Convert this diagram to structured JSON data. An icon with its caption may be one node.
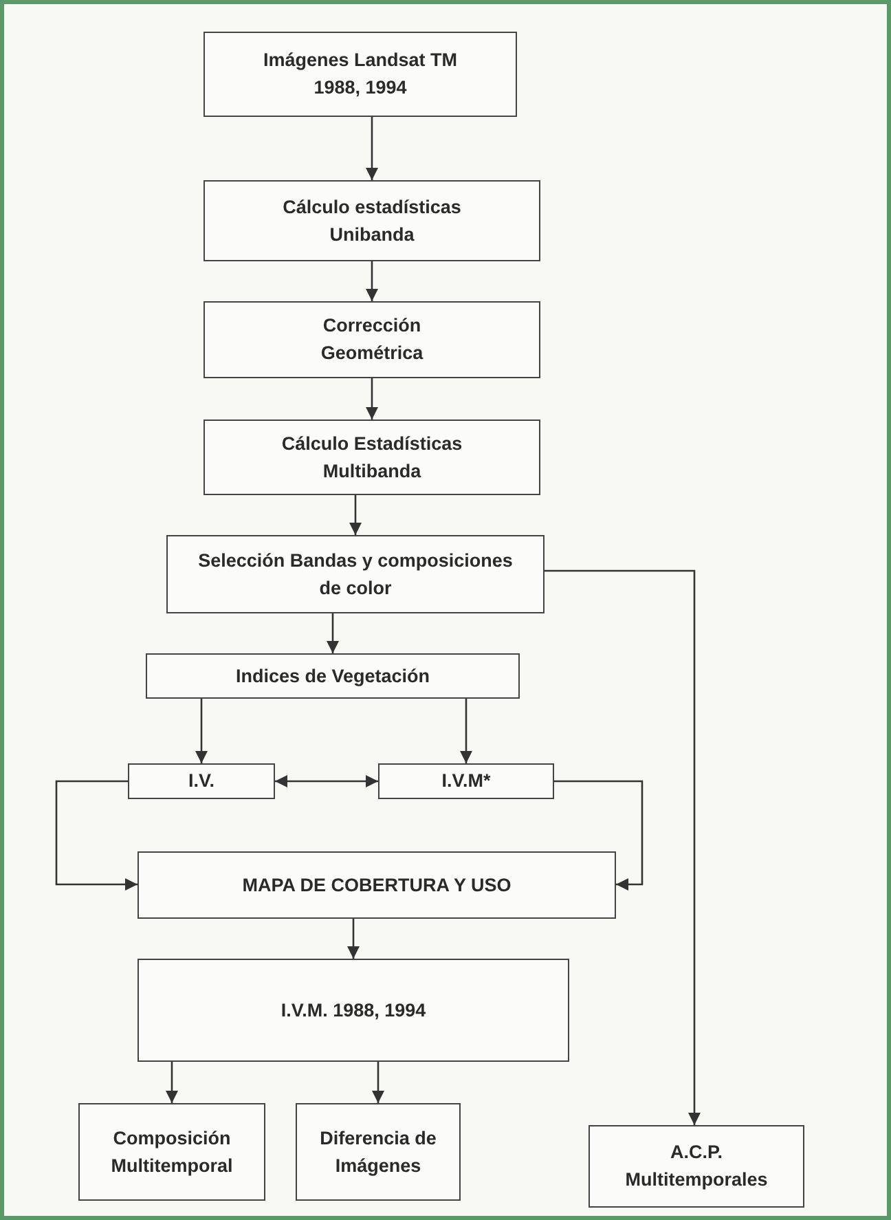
{
  "diagram": {
    "nodes": [
      {
        "text": [
          "Imágenes Landsat TM 1988, 1994"
        ]
      },
      {
        "text": [
          "Cálculo estadísticas Unibanda"
        ]
      },
      {
        "text": [
          "Corrección Geométrica"
        ]
      },
      {
        "text": [
          "Cálculo Estadísticas Multibanda"
        ]
      },
      {
        "text": [
          "Selección Bandas y composiciones de color"
        ]
      },
      {
        "text": [
          "Indices de Vegetación"
        ]
      },
      {
        "text": [
          "I.V."
        ]
      },
      {
        "text": [
          "I.V.M*"
        ]
      },
      {
        "text": [
          "MAPA DE COBERTURA Y USO"
        ]
      },
      {
        "text": [
          "I.V.M. 1988, 1994"
        ]
      },
      {
        "text": [
          "Composición Multitemporal"
        ]
      },
      {
        "text": [
          "Diferencia de Imágenes"
        ]
      },
      {
        "text": [
          "A.C.P. Multitemporales"
        ]
      }
    ],
    "edges": [
      {
        "from": 0,
        "to": 1,
        "arrow": "to"
      },
      {
        "from": 1,
        "to": 2,
        "arrow": "to"
      },
      {
        "from": 2,
        "to": 3,
        "arrow": "to"
      },
      {
        "from": 3,
        "to": 4,
        "arrow": "to"
      },
      {
        "from": 4,
        "to": 5,
        "arrow": "to"
      },
      {
        "from": 5,
        "to": 6,
        "arrow": "to"
      },
      {
        "from": 5,
        "to": 7,
        "arrow": "to"
      },
      {
        "from": 6,
        "to": 7,
        "arrow": "both"
      },
      {
        "from": 6,
        "to": 8,
        "arrow": "to"
      },
      {
        "from": 7,
        "to": 8,
        "arrow": "to"
      },
      {
        "from": 8,
        "to": 9,
        "arrow": "to"
      },
      {
        "from": 9,
        "to": 10,
        "arrow": "to"
      },
      {
        "from": 9,
        "to": 11,
        "arrow": "to"
      },
      {
        "from": 4,
        "to": 12,
        "arrow": "to"
      }
    ]
  }
}
